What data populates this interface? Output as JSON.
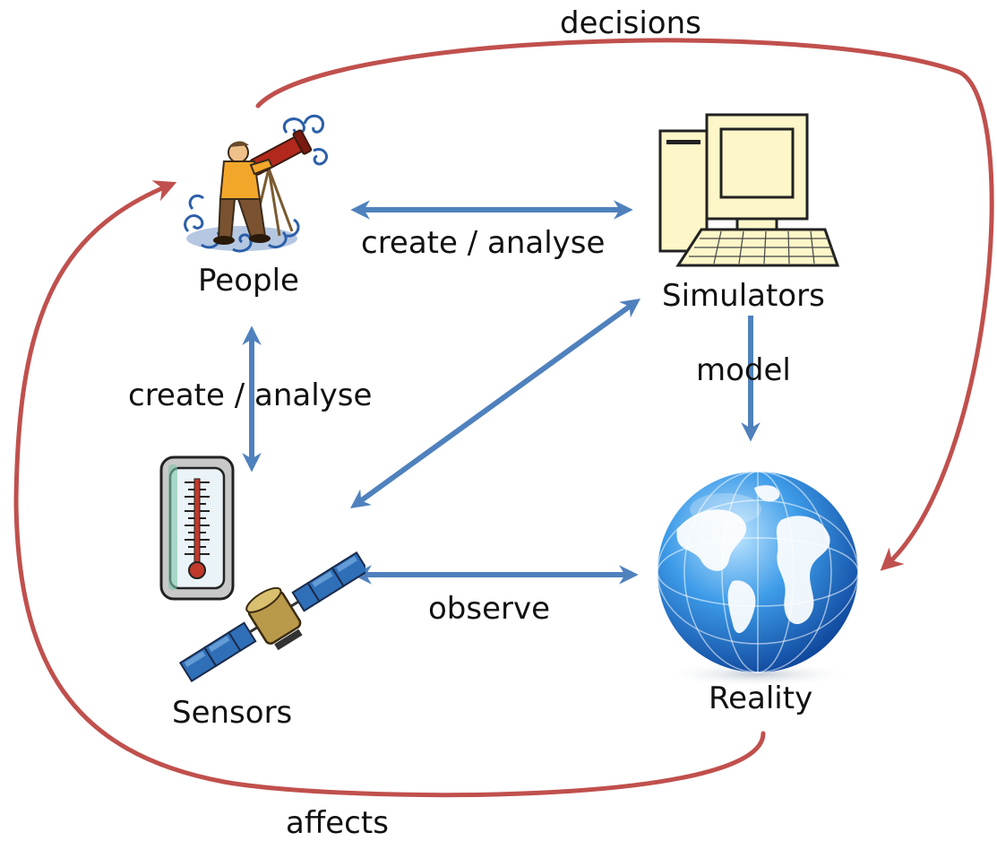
{
  "colors": {
    "cycle_arrow": "#c0504d",
    "link_arrow": "#4f81bd",
    "text": "#111111"
  },
  "nodes": {
    "people": {
      "label": "People",
      "icon": "astronomer-with-telescope-icon"
    },
    "simulators": {
      "label": "Simulators",
      "icon": "desktop-computer-icon"
    },
    "sensors": {
      "label": "Sensors",
      "icon": "thermometer-and-satellite-icon"
    },
    "reality": {
      "label": "Reality",
      "icon": "globe-icon"
    }
  },
  "edges": {
    "people_simulators": {
      "label": "create / analyse"
    },
    "people_sensors": {
      "label": "create / analyse"
    },
    "simulators_reality": {
      "label": "model"
    },
    "sensors_reality": {
      "label": "observe"
    },
    "sensors_simulators": {
      "label": ""
    },
    "people_reality": {
      "label": "decisions"
    },
    "reality_people": {
      "label": "affects"
    }
  }
}
